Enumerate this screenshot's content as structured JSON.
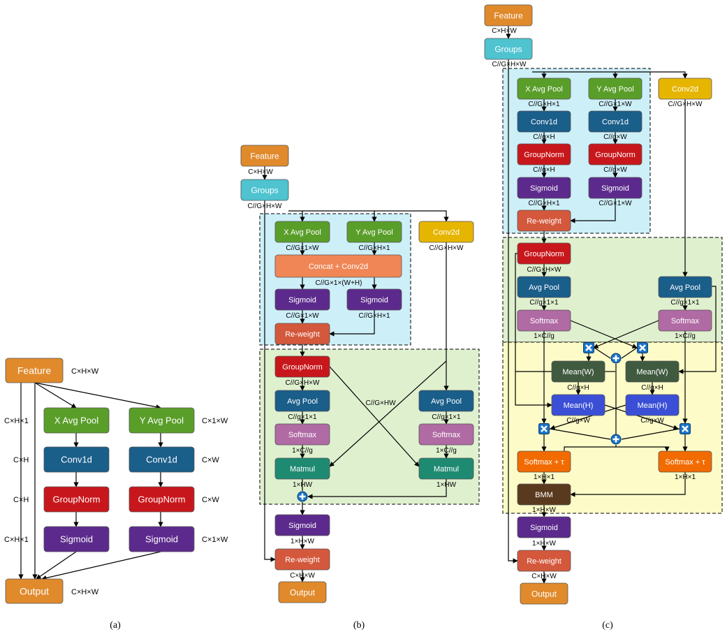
{
  "colors": {
    "feature": "#e08a2c",
    "groups": "#4fc3d0",
    "avgpool_xy": "#5a9e2a",
    "conv1d": "#1a5e8a",
    "groupnorm": "#c8171c",
    "sigmoid": "#5c2a8c",
    "reweight": "#d4583c",
    "concat": "#f08656",
    "conv2d": "#e6b500",
    "softmax": "#b06aa4",
    "matmul": "#1f8a72",
    "mean_w": "#405a40",
    "mean_h": "#3a4fd6",
    "softmax_tau": "#f26b00",
    "bmm": "#5a3a1e",
    "plus": "#1a73c8",
    "region_blue": "#cdeff8",
    "region_green": "#dff0cf",
    "region_yellow": "#fdfcc8"
  },
  "a": {
    "feature": "Feature",
    "x_avg_pool": "X Avg Pool",
    "y_avg_pool": "Y Avg Pool",
    "conv1d_left": "Conv1d",
    "conv1d_right": "Conv1d",
    "groupnorm_left": "GroupNorm",
    "groupnorm_right": "GroupNorm",
    "sigmoid_left": "Sigmoid",
    "sigmoid_right": "Sigmoid",
    "output": "Output",
    "dims": {
      "feature": "C×H×W",
      "left_pool": "C×H×1",
      "right_pool": "C×1×W",
      "left_conv": "C×H",
      "right_conv": "C×W",
      "left_gn": "C×H",
      "right_gn": "C×W",
      "left_sig": "C×H×1",
      "right_sig": "C×1×W",
      "output": "C×H×W"
    },
    "caption": "(a)"
  },
  "b": {
    "feature": "Feature",
    "groups": "Groups",
    "x_avg_pool": "X Avg Pool",
    "y_avg_pool": "Y Avg Pool",
    "conv2d": "Conv2d",
    "concat": "Concat + Conv2d",
    "sigmoid_left": "Sigmoid",
    "sigmoid_right": "Sigmoid",
    "reweight_top": "Re-weight",
    "groupnorm": "GroupNorm",
    "avgpool_left": "Avg Pool",
    "avgpool_right": "Avg Pool",
    "softmax_left": "Softmax",
    "softmax_right": "Softmax",
    "matmul_left": "Matmul",
    "matmul_right": "Matmul",
    "sigmoid_bottom": "Sigmoid",
    "reweight_bottom": "Re-weight",
    "output": "Output",
    "dims": {
      "feature": "C×H×W",
      "groups": "C//G×H×W",
      "xpool": "C//G×1×W",
      "ypool": "C//G×H×1",
      "conv2d": "C//G×H×W",
      "concat": "C//G×1×(W+H)",
      "sig_left": "C//G×1×W",
      "sig_right": "C//G×H×1",
      "gn": "C//G×H×W",
      "cross": "C//G×HW",
      "avg_left": "C//g×1×1",
      "avg_right": "C//g×1×1",
      "soft_left": "1×C//g",
      "soft_right": "1×C//g",
      "mat_left": "1×HW",
      "mat_right": "1×HW",
      "sig_bottom": "1×H×W",
      "rw_bottom": "C×H×W"
    },
    "caption": "(b)"
  },
  "c": {
    "feature": "Feature",
    "groups": "Groups",
    "x_avg_pool": "X Avg Pool",
    "y_avg_pool": "Y Avg Pool",
    "conv2d": "Conv2d",
    "conv1d_left": "Conv1d",
    "conv1d_right": "Conv1d",
    "groupnorm_left": "GroupNorm",
    "groupnorm_right": "GroupNorm",
    "sigmoid_left": "Sigmoid",
    "sigmoid_right": "Sigmoid",
    "reweight_top": "Re-weight",
    "groupnorm_mid": "GroupNorm",
    "avgpool_left": "Avg Pool",
    "avgpool_right": "Avg Pool",
    "softmax_left": "Softmax",
    "softmax_right": "Softmax",
    "mean_w_left": "Mean(W)",
    "mean_w_right": "Mean(W)",
    "mean_h_left": "Mean(H)",
    "mean_h_right": "Mean(H)",
    "softmax_tau_left": "Softmax + τ",
    "softmax_tau_right": "Softmax + τ",
    "bmm": "BMM",
    "sigmoid_bottom": "Sigmoid",
    "reweight_bottom": "Re-weight",
    "output": "Output",
    "dims": {
      "feature": "C×H×W",
      "groups": "C//G×H×W",
      "xpool": "C//G×H×1",
      "ypool": "C//G×1×W",
      "conv2d": "C//G×H×W",
      "conv_left": "C//g×H",
      "conv_right": "C//g×W",
      "gn_left": "C//g×H",
      "gn_right": "C//g×W",
      "sig_left": "C//G×H×1",
      "sig_right": "C//G×1×W",
      "gn_mid": "C//G×H×W",
      "avg_left": "C//g×1×1",
      "avg_right": "C//g×1×1",
      "soft_left": "1×C//g",
      "soft_right": "1×C//g",
      "meanw_left": "C//g×H",
      "meanw_right": "C//g×H",
      "meanh_left": "C//g×W",
      "meanh_right": "C//g×W",
      "tau_left": "1×H×1",
      "tau_right": "1×H×1",
      "bmm": "1×H×W",
      "sig_bottom": "1×H×W",
      "rw_bottom": "C×H×W"
    },
    "caption": "(c)"
  }
}
